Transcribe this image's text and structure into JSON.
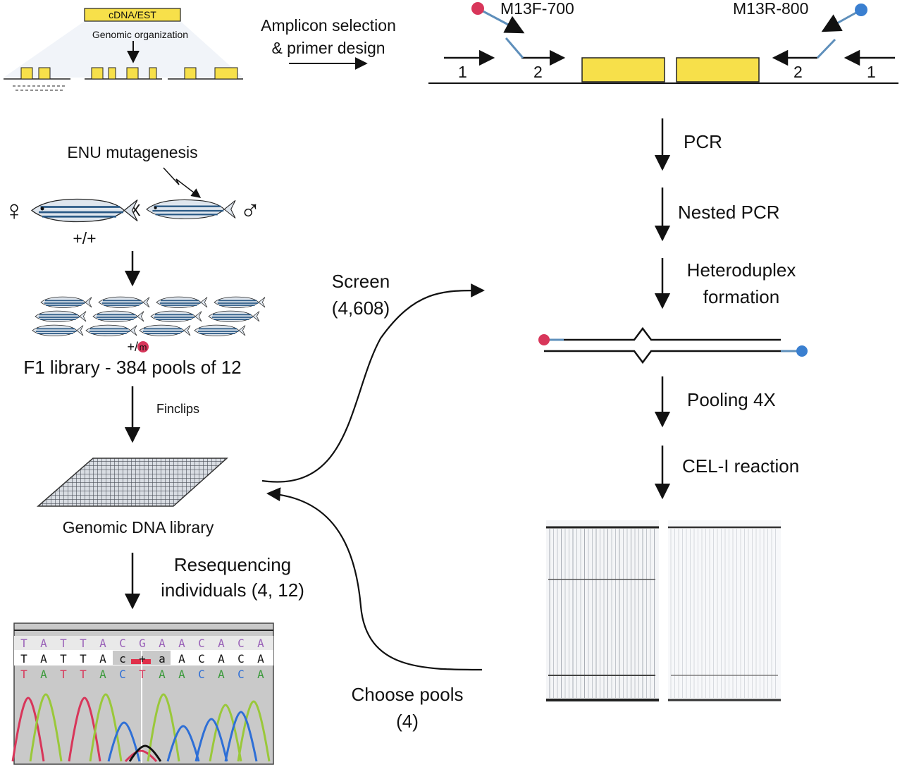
{
  "gene_panel": {
    "cdna_label": "cDNA/EST",
    "organization_label": "Genomic organization"
  },
  "amplicon_step": {
    "label_line1": "Amplicon selection",
    "label_line2": "& primer design"
  },
  "primers": {
    "forward_label": "M13F-700",
    "reverse_label": "M13R-800",
    "forward_color": "#d8365a",
    "reverse_color": "#3a7fd0",
    "numbers": [
      "1",
      "2",
      "2",
      "1"
    ]
  },
  "exon_color": "#f7e04a",
  "mutagenesis": {
    "label": "ENU mutagenesis",
    "female_symbol": "♀",
    "male_symbol": "♂",
    "cross_symbol": "X",
    "genotype": "+/+"
  },
  "library": {
    "genotype_prefix": "+/",
    "genotype_mutant": "m",
    "f1_label": "F1 library - 384 pools of 12",
    "finclips_label": "Finclips",
    "genomic_label": "Genomic DNA library"
  },
  "resequencing": {
    "label_line1": "Resequencing",
    "label_line2": "individuals (4, 12)"
  },
  "screen": {
    "label_line1": "Screen",
    "label_line2": "(4,608)"
  },
  "choose_pools": {
    "label_line1": "Choose pools",
    "label_line2": "(4)"
  },
  "pipeline_steps": {
    "pcr": "PCR",
    "nested_pcr": "Nested PCR",
    "heteroduplex_line1": "Heteroduplex",
    "heteroduplex_line2": "formation",
    "pooling": "Pooling 4X",
    "cel_reaction": "CEL-I reaction"
  },
  "chromatogram": {
    "row1": [
      "T",
      "A",
      "T",
      "T",
      "A",
      "C",
      "G",
      "A",
      "A",
      "C",
      "A",
      "C",
      "A"
    ],
    "row2": [
      "T",
      "A",
      "T",
      "T",
      "A",
      "c",
      "+",
      "a",
      "A",
      "C",
      "A",
      "C",
      "A"
    ],
    "row3": [
      "T",
      "A",
      "T",
      "T",
      "A",
      "C",
      "T",
      "A",
      "A",
      "C",
      "A",
      "C",
      "A"
    ]
  }
}
